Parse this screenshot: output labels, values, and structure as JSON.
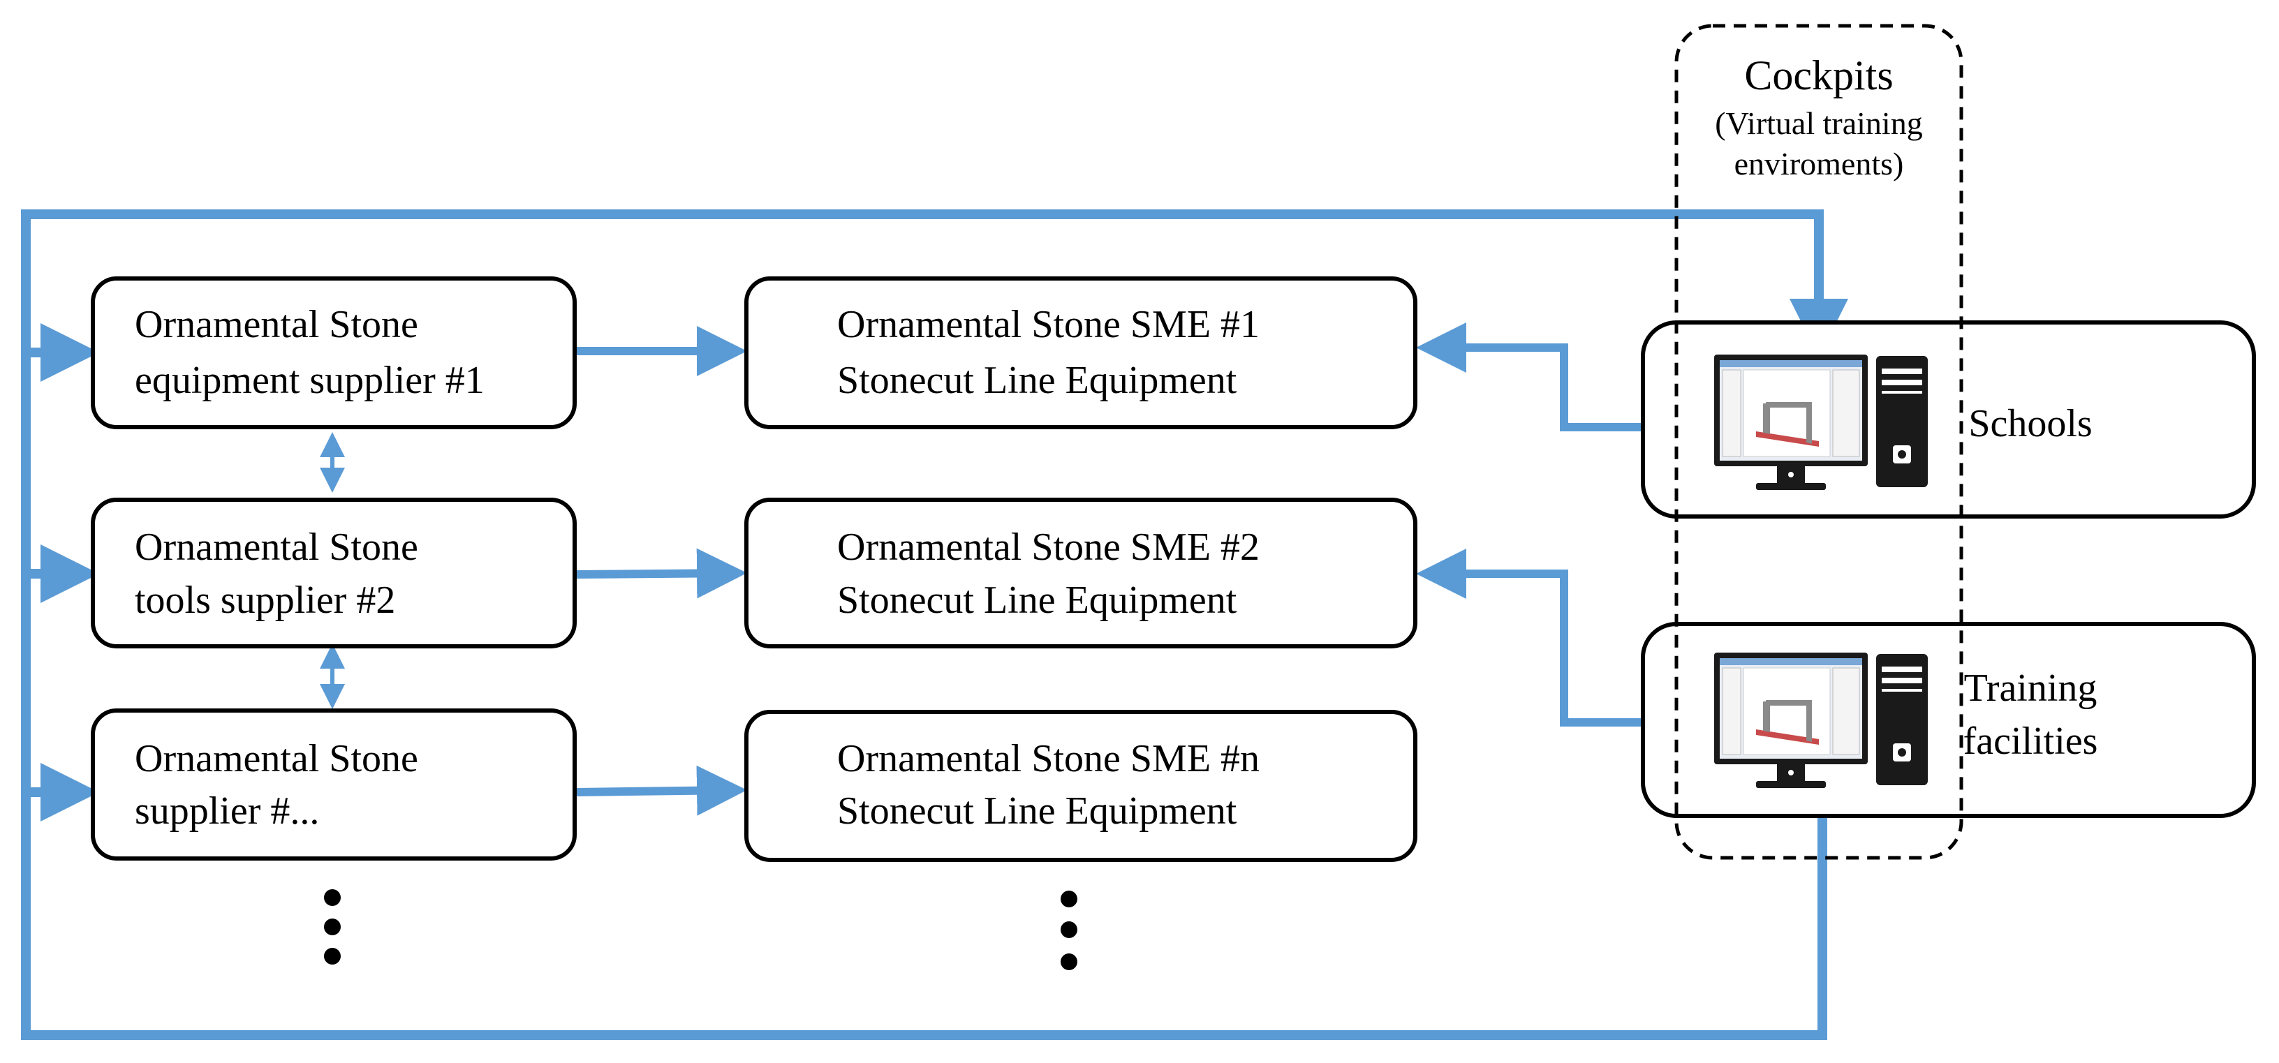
{
  "colors": {
    "arrow": "#5b9bd5",
    "box_stroke": "#000000",
    "monitor_frame": "#1a1a1a",
    "screen": "#e9eef5"
  },
  "cockpits": {
    "title": "Cockpits",
    "subtitle_line1": "(Virtual training",
    "subtitle_line2": "enviroments)"
  },
  "suppliers": [
    {
      "line1": "Ornamental Stone",
      "line2": "equipment supplier #1"
    },
    {
      "line1": "Ornamental Stone",
      "line2": "tools supplier #2"
    },
    {
      "line1": "Ornamental Stone",
      "line2": "supplier #..."
    }
  ],
  "smes": [
    {
      "line1": "Ornamental Stone SME #1",
      "line2": "Stonecut Line Equipment"
    },
    {
      "line1": "Ornamental Stone SME #2",
      "line2": "Stonecut Line Equipment"
    },
    {
      "line1": "Ornamental Stone SME #n",
      "line2": "Stonecut Line Equipment"
    }
  ],
  "targets": {
    "schools": "Schools",
    "training_line1": "Training",
    "training_line2": "facilities"
  },
  "icons": [
    "desktop-computer-icon",
    "desktop-computer-icon",
    "vertical-ellipsis-icon",
    "vertical-ellipsis-icon"
  ]
}
